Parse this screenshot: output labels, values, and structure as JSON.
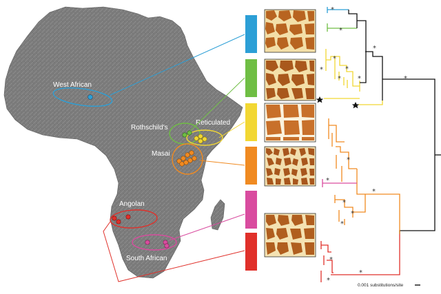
{
  "populations": [
    {
      "name": "West African",
      "color": "#2c9fd6"
    },
    {
      "name": "Rothschild's",
      "color": "#6fbe44"
    },
    {
      "name": "Reticulated",
      "color": "#f2d733"
    },
    {
      "name": "Masai",
      "color": "#f08a21"
    },
    {
      "name": "Angolan",
      "color": "#e0302a"
    },
    {
      "name": "South African",
      "color": "#d94c9f"
    }
  ],
  "significance_marker": "*",
  "scale_bar_label": "0.001 substitutions/site",
  "colors": {
    "map_land": "#7d7d7d",
    "tree_root": "#111111",
    "patch_dark": "#b86420",
    "patch_light": "#f3dfa8"
  }
}
